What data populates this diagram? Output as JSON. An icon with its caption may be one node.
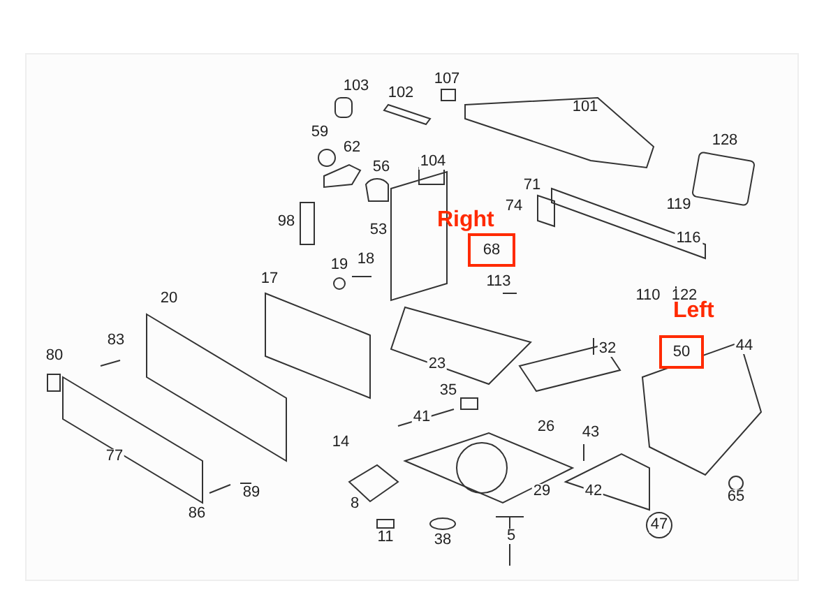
{
  "diagram": {
    "nodes": [
      {
        "text": [
          "Right",
          "68"
        ]
      },
      {
        "text": [
          "Left",
          "50"
        ]
      }
    ],
    "labels": [
      "107",
      "103",
      "102",
      "101",
      "59",
      "128",
      "62",
      "104",
      "56",
      "71",
      "74",
      "119",
      "98",
      "53",
      "116",
      "20",
      "17",
      "19",
      "18",
      "113",
      "110",
      "122",
      "44",
      "83",
      "32",
      "80",
      "23",
      "35",
      "41",
      "26",
      "43",
      "77",
      "14",
      "29",
      "42",
      "86",
      "89",
      "8",
      "65",
      "47",
      "11",
      "38",
      "5"
    ]
  }
}
